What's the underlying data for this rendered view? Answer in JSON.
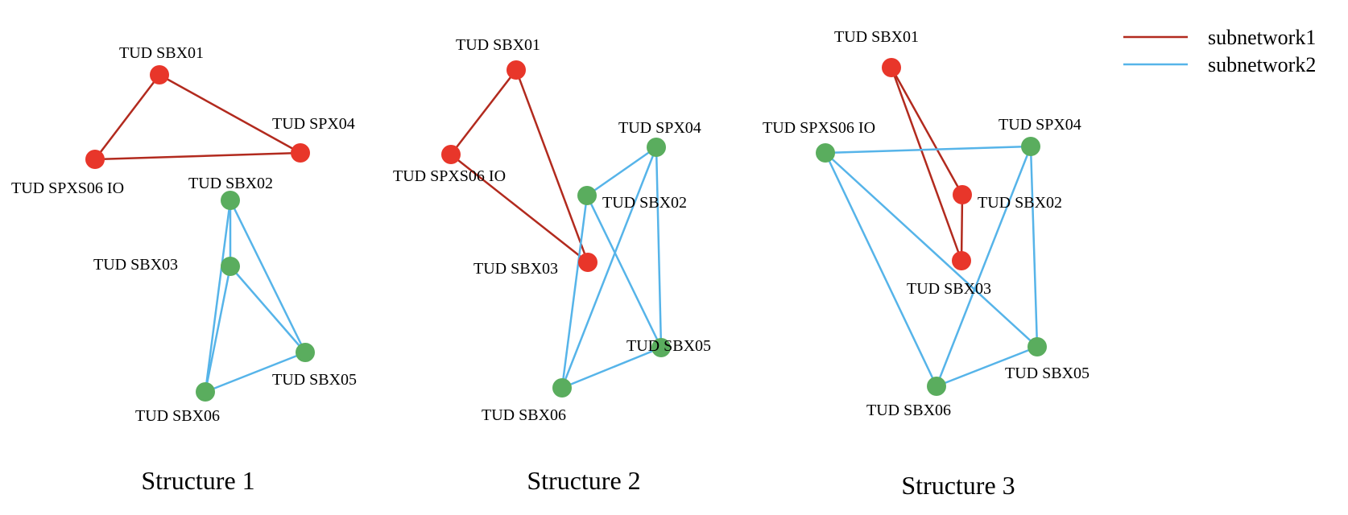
{
  "legend": {
    "items": [
      {
        "label": "subnetwork1",
        "color": "#b22a1e"
      },
      {
        "label": "subnetwork2",
        "color": "#56b4e9"
      }
    ]
  },
  "node_colors": {
    "sub1": "#e8362a",
    "sub2": "#5aad5e"
  },
  "structures": [
    {
      "caption": "Structure 1",
      "nodes": [
        {
          "id": "SBX01",
          "label": "TUD SBX01",
          "group": "sub1"
        },
        {
          "id": "SPX04",
          "label": "TUD SPX04",
          "group": "sub1"
        },
        {
          "id": "SPXS06",
          "label": "TUD SPXS06 IO",
          "group": "sub1"
        },
        {
          "id": "SBX02",
          "label": "TUD SBX02",
          "group": "sub2"
        },
        {
          "id": "SBX03",
          "label": "TUD SBX03",
          "group": "sub2"
        },
        {
          "id": "SBX05",
          "label": "TUD SBX05",
          "group": "sub2"
        },
        {
          "id": "SBX06",
          "label": "TUD SBX06",
          "group": "sub2"
        }
      ],
      "edges": [
        {
          "from": "SBX01",
          "to": "SPXS06",
          "subnetwork": "subnetwork1"
        },
        {
          "from": "SBX01",
          "to": "SPX04",
          "subnetwork": "subnetwork1"
        },
        {
          "from": "SPXS06",
          "to": "SPX04",
          "subnetwork": "subnetwork1"
        },
        {
          "from": "SBX02",
          "to": "SBX03",
          "subnetwork": "subnetwork2"
        },
        {
          "from": "SBX02",
          "to": "SBX05",
          "subnetwork": "subnetwork2"
        },
        {
          "from": "SBX02",
          "to": "SBX06",
          "subnetwork": "subnetwork2"
        },
        {
          "from": "SBX03",
          "to": "SBX05",
          "subnetwork": "subnetwork2"
        },
        {
          "from": "SBX03",
          "to": "SBX06",
          "subnetwork": "subnetwork2"
        },
        {
          "from": "SBX05",
          "to": "SBX06",
          "subnetwork": "subnetwork2"
        }
      ]
    },
    {
      "caption": "Structure 2",
      "nodes": [
        {
          "id": "SBX01",
          "label": "TUD SBX01",
          "group": "sub1"
        },
        {
          "id": "SPXS06",
          "label": "TUD SPXS06 IO",
          "group": "sub1"
        },
        {
          "id": "SBX03",
          "label": "TUD SBX03",
          "group": "sub1"
        },
        {
          "id": "SPX04",
          "label": "TUD SPX04",
          "group": "sub2"
        },
        {
          "id": "SBX02",
          "label": "TUD SBX02",
          "group": "sub2"
        },
        {
          "id": "SBX05",
          "label": "TUD SBX05",
          "group": "sub2"
        },
        {
          "id": "SBX06",
          "label": "TUD SBX06",
          "group": "sub2"
        }
      ],
      "edges": [
        {
          "from": "SBX01",
          "to": "SPXS06",
          "subnetwork": "subnetwork1"
        },
        {
          "from": "SBX01",
          "to": "SBX03",
          "subnetwork": "subnetwork1"
        },
        {
          "from": "SPXS06",
          "to": "SBX03",
          "subnetwork": "subnetwork1"
        },
        {
          "from": "SPX04",
          "to": "SBX02",
          "subnetwork": "subnetwork2"
        },
        {
          "from": "SPX04",
          "to": "SBX05",
          "subnetwork": "subnetwork2"
        },
        {
          "from": "SPX04",
          "to": "SBX06",
          "subnetwork": "subnetwork2"
        },
        {
          "from": "SBX02",
          "to": "SBX05",
          "subnetwork": "subnetwork2"
        },
        {
          "from": "SBX02",
          "to": "SBX06",
          "subnetwork": "subnetwork2"
        },
        {
          "from": "SBX05",
          "to": "SBX06",
          "subnetwork": "subnetwork2"
        }
      ]
    },
    {
      "caption": "Structure 3",
      "nodes": [
        {
          "id": "SBX01",
          "label": "TUD SBX01",
          "group": "sub1"
        },
        {
          "id": "SBX02",
          "label": "TUD SBX02",
          "group": "sub1"
        },
        {
          "id": "SBX03",
          "label": "TUD SBX03",
          "group": "sub1"
        },
        {
          "id": "SPXS06",
          "label": "TUD SPXS06 IO",
          "group": "sub2"
        },
        {
          "id": "SPX04",
          "label": "TUD SPX04",
          "group": "sub2"
        },
        {
          "id": "SBX05",
          "label": "TUD SBX05",
          "group": "sub2"
        },
        {
          "id": "SBX06",
          "label": "TUD SBX06",
          "group": "sub2"
        }
      ],
      "edges": [
        {
          "from": "SBX01",
          "to": "SBX02",
          "subnetwork": "subnetwork1"
        },
        {
          "from": "SBX01",
          "to": "SBX03",
          "subnetwork": "subnetwork1"
        },
        {
          "from": "SBX02",
          "to": "SBX03",
          "subnetwork": "subnetwork1"
        },
        {
          "from": "SPXS06",
          "to": "SPX04",
          "subnetwork": "subnetwork2"
        },
        {
          "from": "SPXS06",
          "to": "SBX05",
          "subnetwork": "subnetwork2"
        },
        {
          "from": "SPXS06",
          "to": "SBX06",
          "subnetwork": "subnetwork2"
        },
        {
          "from": "SPX04",
          "to": "SBX05",
          "subnetwork": "subnetwork2"
        },
        {
          "from": "SPX04",
          "to": "SBX06",
          "subnetwork": "subnetwork2"
        },
        {
          "from": "SBX05",
          "to": "SBX06",
          "subnetwork": "subnetwork2"
        }
      ]
    }
  ]
}
